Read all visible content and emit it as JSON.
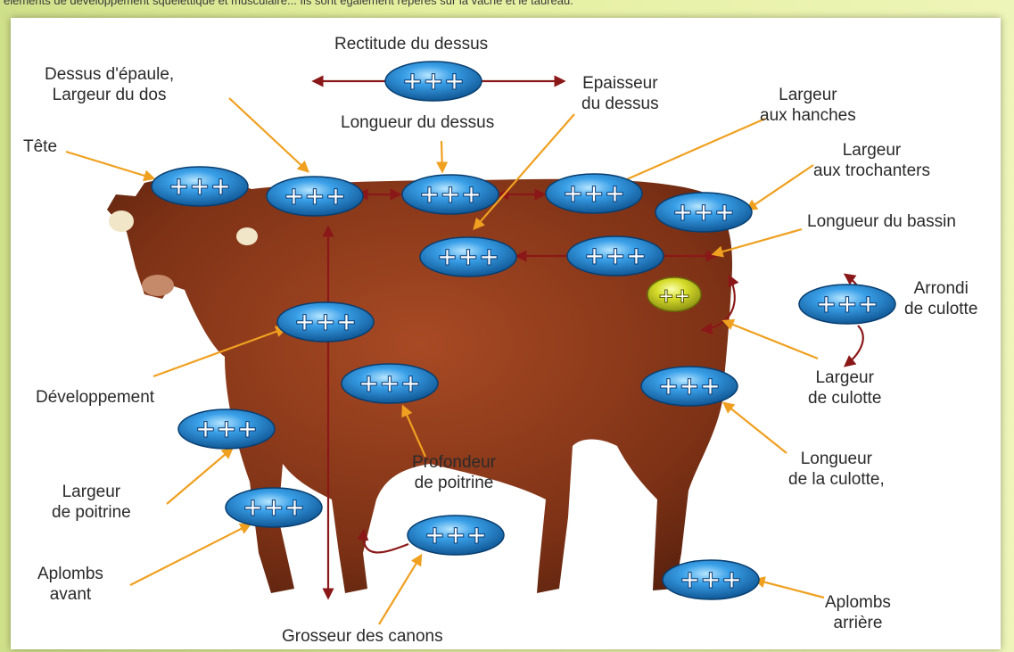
{
  "header": {
    "caption_fragment": "éléments de développement squelettique et musculaire... Ils sont également repérés sur la vache et le taureau."
  },
  "badge": {
    "strong": "+++",
    "weak": "++"
  },
  "colors": {
    "orange_arrow": "#f0a020",
    "red_arrow": "#8b1818",
    "oval_blue": "#1e7fc4",
    "oval_yellow": "#c7cf1e",
    "cow_body": "#8a3a1e"
  },
  "labels": {
    "rectitude": "Rectitude du dessus",
    "dessus_epaule": "Dessus d'épaule,\nLargeur du dos",
    "longueur_dessus": "Longueur du dessus",
    "epaisseur_dessus": "Epaisseur\ndu dessus",
    "largeur_hanches": "Largeur\naux hanches",
    "largeur_trochanters": "Largeur\naux trochanters",
    "longueur_bassin": "Longueur du bassin",
    "arrondi_culotte": "Arrondi\nde culotte",
    "largeur_culotte": "Largeur\nde culotte",
    "longueur_culotte": "Longueur\nde la culotte,",
    "aplombs_arriere": "Aplombs\narrière",
    "grosseur_canons": "Grosseur des canons",
    "profondeur_poitrine": "Profondeur\nde poitrine",
    "aplombs_avant": "Aplombs\navant",
    "largeur_poitrine": "Largeur\nde poitrine",
    "developpement": "Développement",
    "tete": "Tête"
  }
}
